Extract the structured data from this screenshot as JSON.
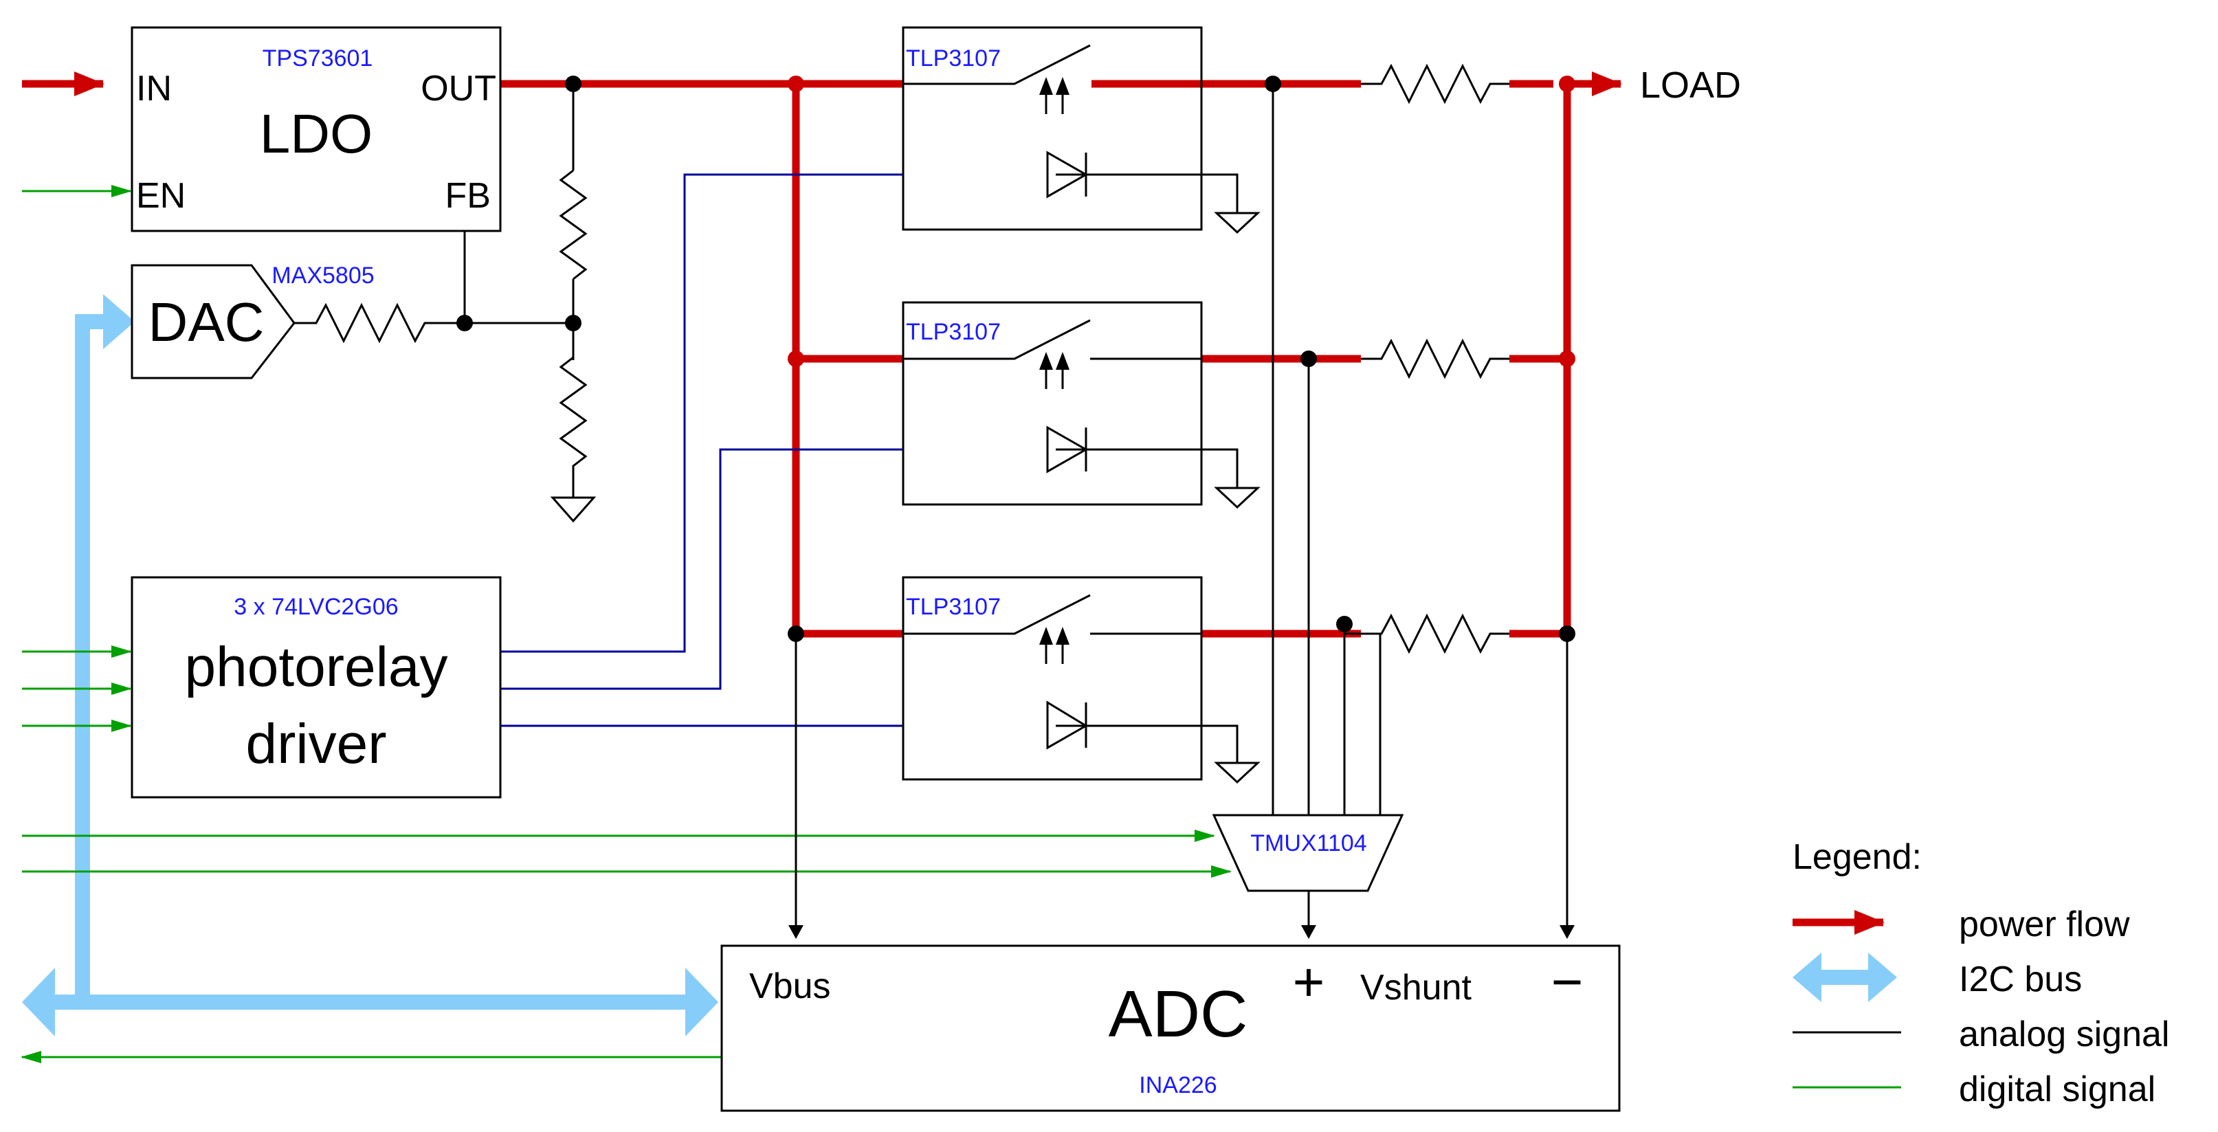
{
  "ldo": {
    "title": "LDO",
    "part": "TPS73601",
    "pin_in": "IN",
    "pin_out": "OUT",
    "pin_en": "EN",
    "pin_fb": "FB"
  },
  "dac": {
    "title": "DAC",
    "part": "MAX5805"
  },
  "driver": {
    "title_line1": "photorelay",
    "title_line2": "driver",
    "part": "3 x 74LVC2G06"
  },
  "relays": [
    {
      "part": "TLP3107"
    },
    {
      "part": "TLP3107"
    },
    {
      "part": "TLP3107"
    }
  ],
  "mux": {
    "part": "TMUX1104"
  },
  "adc": {
    "title": "ADC",
    "part": "INA226",
    "pin_vbus": "Vbus",
    "pin_plus": "+",
    "pin_vshunt": "Vshunt",
    "pin_minus": "−"
  },
  "load": {
    "label": "LOAD"
  },
  "legend": {
    "title": "Legend:",
    "items": [
      {
        "label": "power flow",
        "color": "#cc0000"
      },
      {
        "label": "I2C bus",
        "color": "#87cdf9"
      },
      {
        "label": "analog signal",
        "color": "#000000"
      },
      {
        "label": "digital signal",
        "color": "#00a000"
      }
    ]
  }
}
